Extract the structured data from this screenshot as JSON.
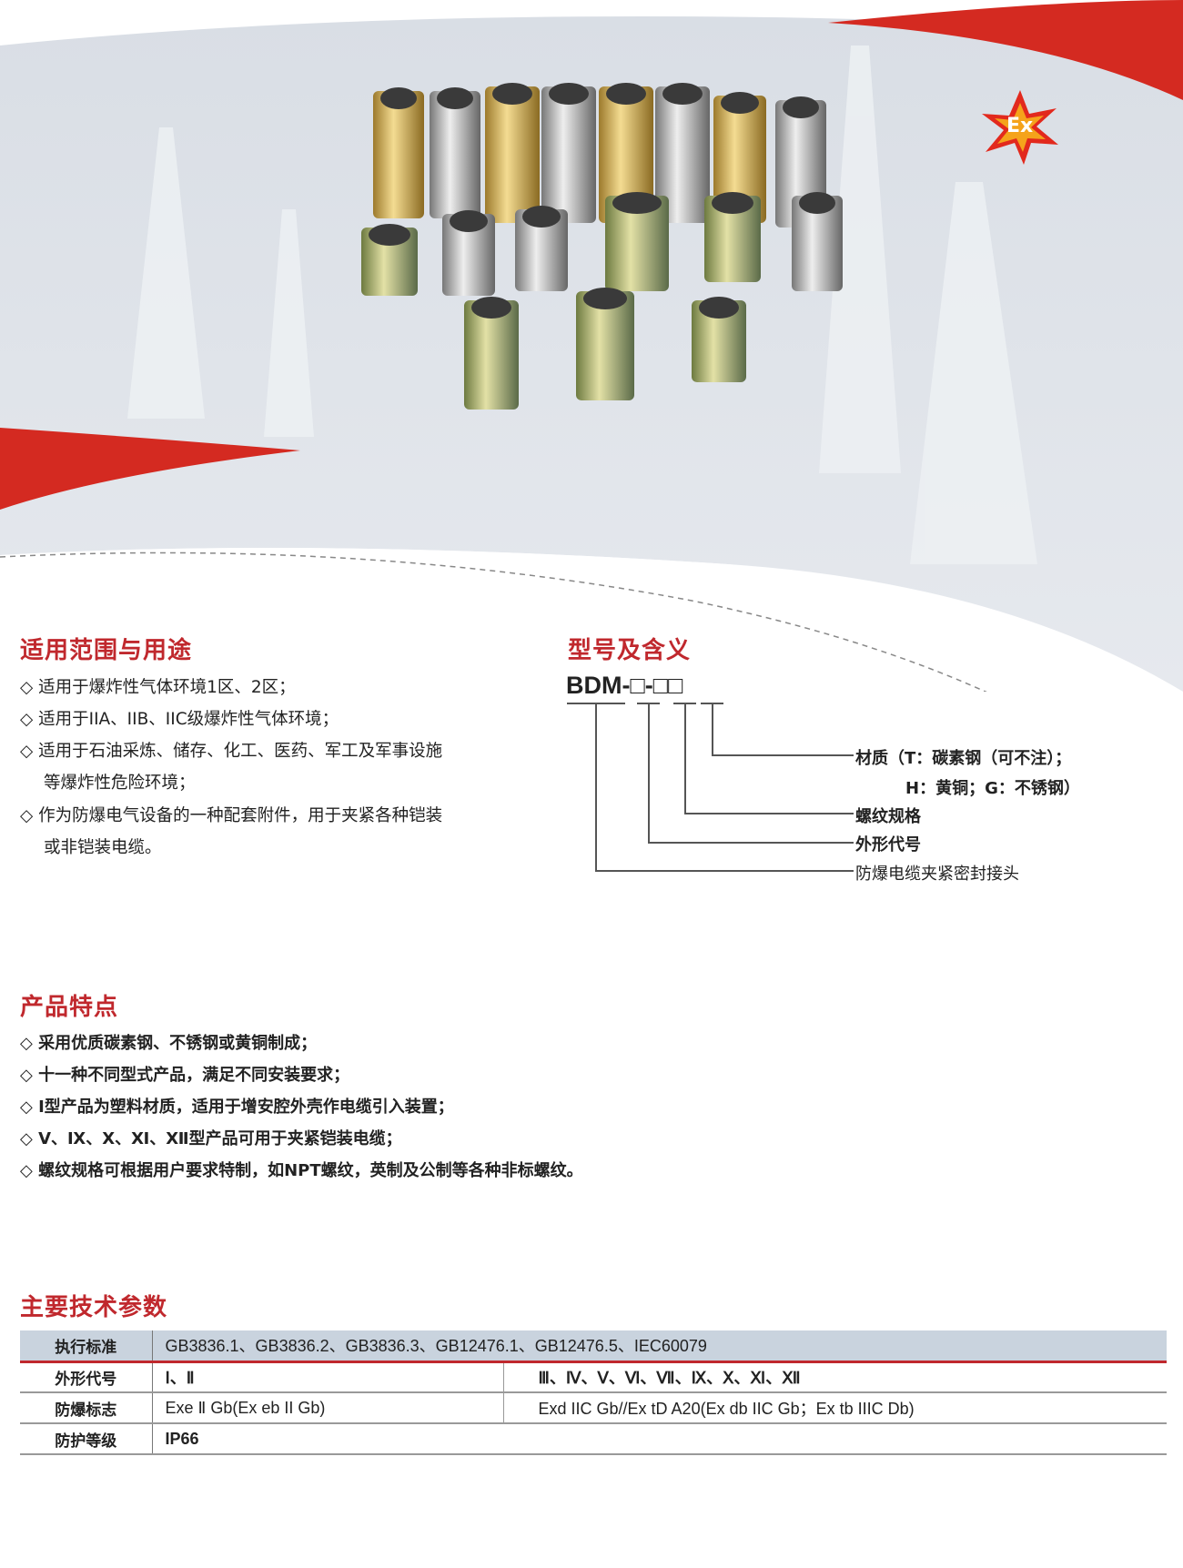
{
  "badge": {
    "text": "Ex"
  },
  "usage": {
    "title": "适用范围与用途",
    "items": [
      "◇ 适用于爆炸性气体环境1区、2区；",
      "◇ 适用于IIA、IIB、IIC级爆炸性气体环境；",
      "◇ 适用于石油采炼、储存、化工、医药、军工及军事设施",
      "等爆炸性危险环境；",
      "◇ 作为防爆电气设备的一种配套附件，用于夹紧各种铠装",
      "或非铠装电缆。"
    ]
  },
  "model": {
    "title": "型号及含义",
    "code": "BDM-□-□□",
    "labels": [
      "材质（T：碳素钢（可不注）；",
      "H：黄铜；G：不锈钢）",
      "螺纹规格",
      "外形代号",
      "防爆电缆夹紧密封接头"
    ]
  },
  "features": {
    "title": "产品特点",
    "items": [
      "◇ 采用优质碳素钢、不锈钢或黄铜制成；",
      "◇ 十一种不同型式产品，满足不同安装要求；",
      "◇ Ⅰ型产品为塑料材质，适用于增安腔外壳作电缆引入装置；",
      "◇ Ⅴ、Ⅸ、Ⅹ、Ⅺ、Ⅻ型产品可用于夹紧铠装电缆；",
      "◇ 螺纹规格可根据用户要求特制，如NPT螺纹，英制及公制等各种非标螺纹。"
    ]
  },
  "specs": {
    "title": "主要技术参数",
    "rows": [
      {
        "key": "执行标准",
        "value": "GB3836.1、GB3836.2、GB3836.3、GB12476.1、GB12476.5、IEC60079"
      },
      {
        "key": "外形代号",
        "a": "Ⅰ、Ⅱ",
        "b": "Ⅲ、Ⅳ、Ⅴ、Ⅵ、Ⅶ、Ⅸ、Ⅹ、Ⅺ、Ⅻ"
      },
      {
        "key": "防爆标志",
        "a": "Exe Ⅱ Gb(Ex eb II Gb)",
        "b": "Exd IIC Gb//Ex tD A20(Ex db IIC Gb；Ex tb IIIC Db)"
      },
      {
        "key": "防护等级",
        "value": "IP66"
      }
    ]
  },
  "colors": {
    "accent": "#c0282d",
    "header_bg": "#c9d3de"
  }
}
